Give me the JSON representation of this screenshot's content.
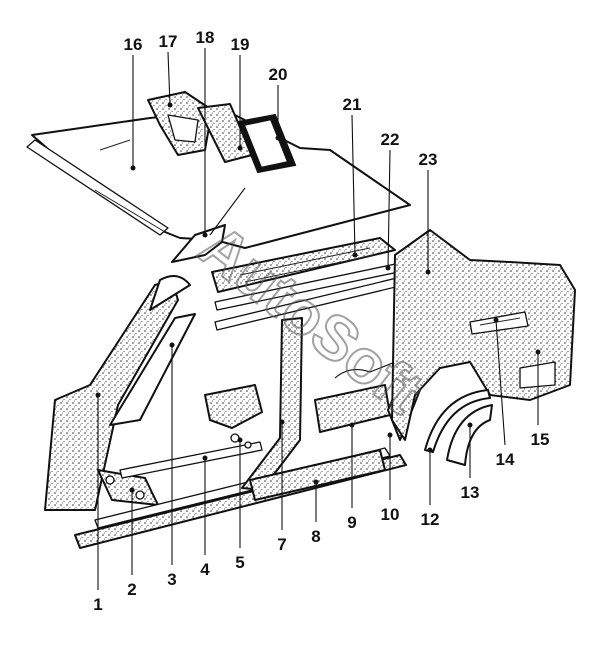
{
  "watermark": "AutoSoft",
  "callouts": [
    "1",
    "2",
    "3",
    "4",
    "5",
    "7",
    "8",
    "9",
    "10",
    "12",
    "13",
    "14",
    "15",
    "16",
    "17",
    "18",
    "19",
    "20",
    "21",
    "22",
    "23"
  ]
}
